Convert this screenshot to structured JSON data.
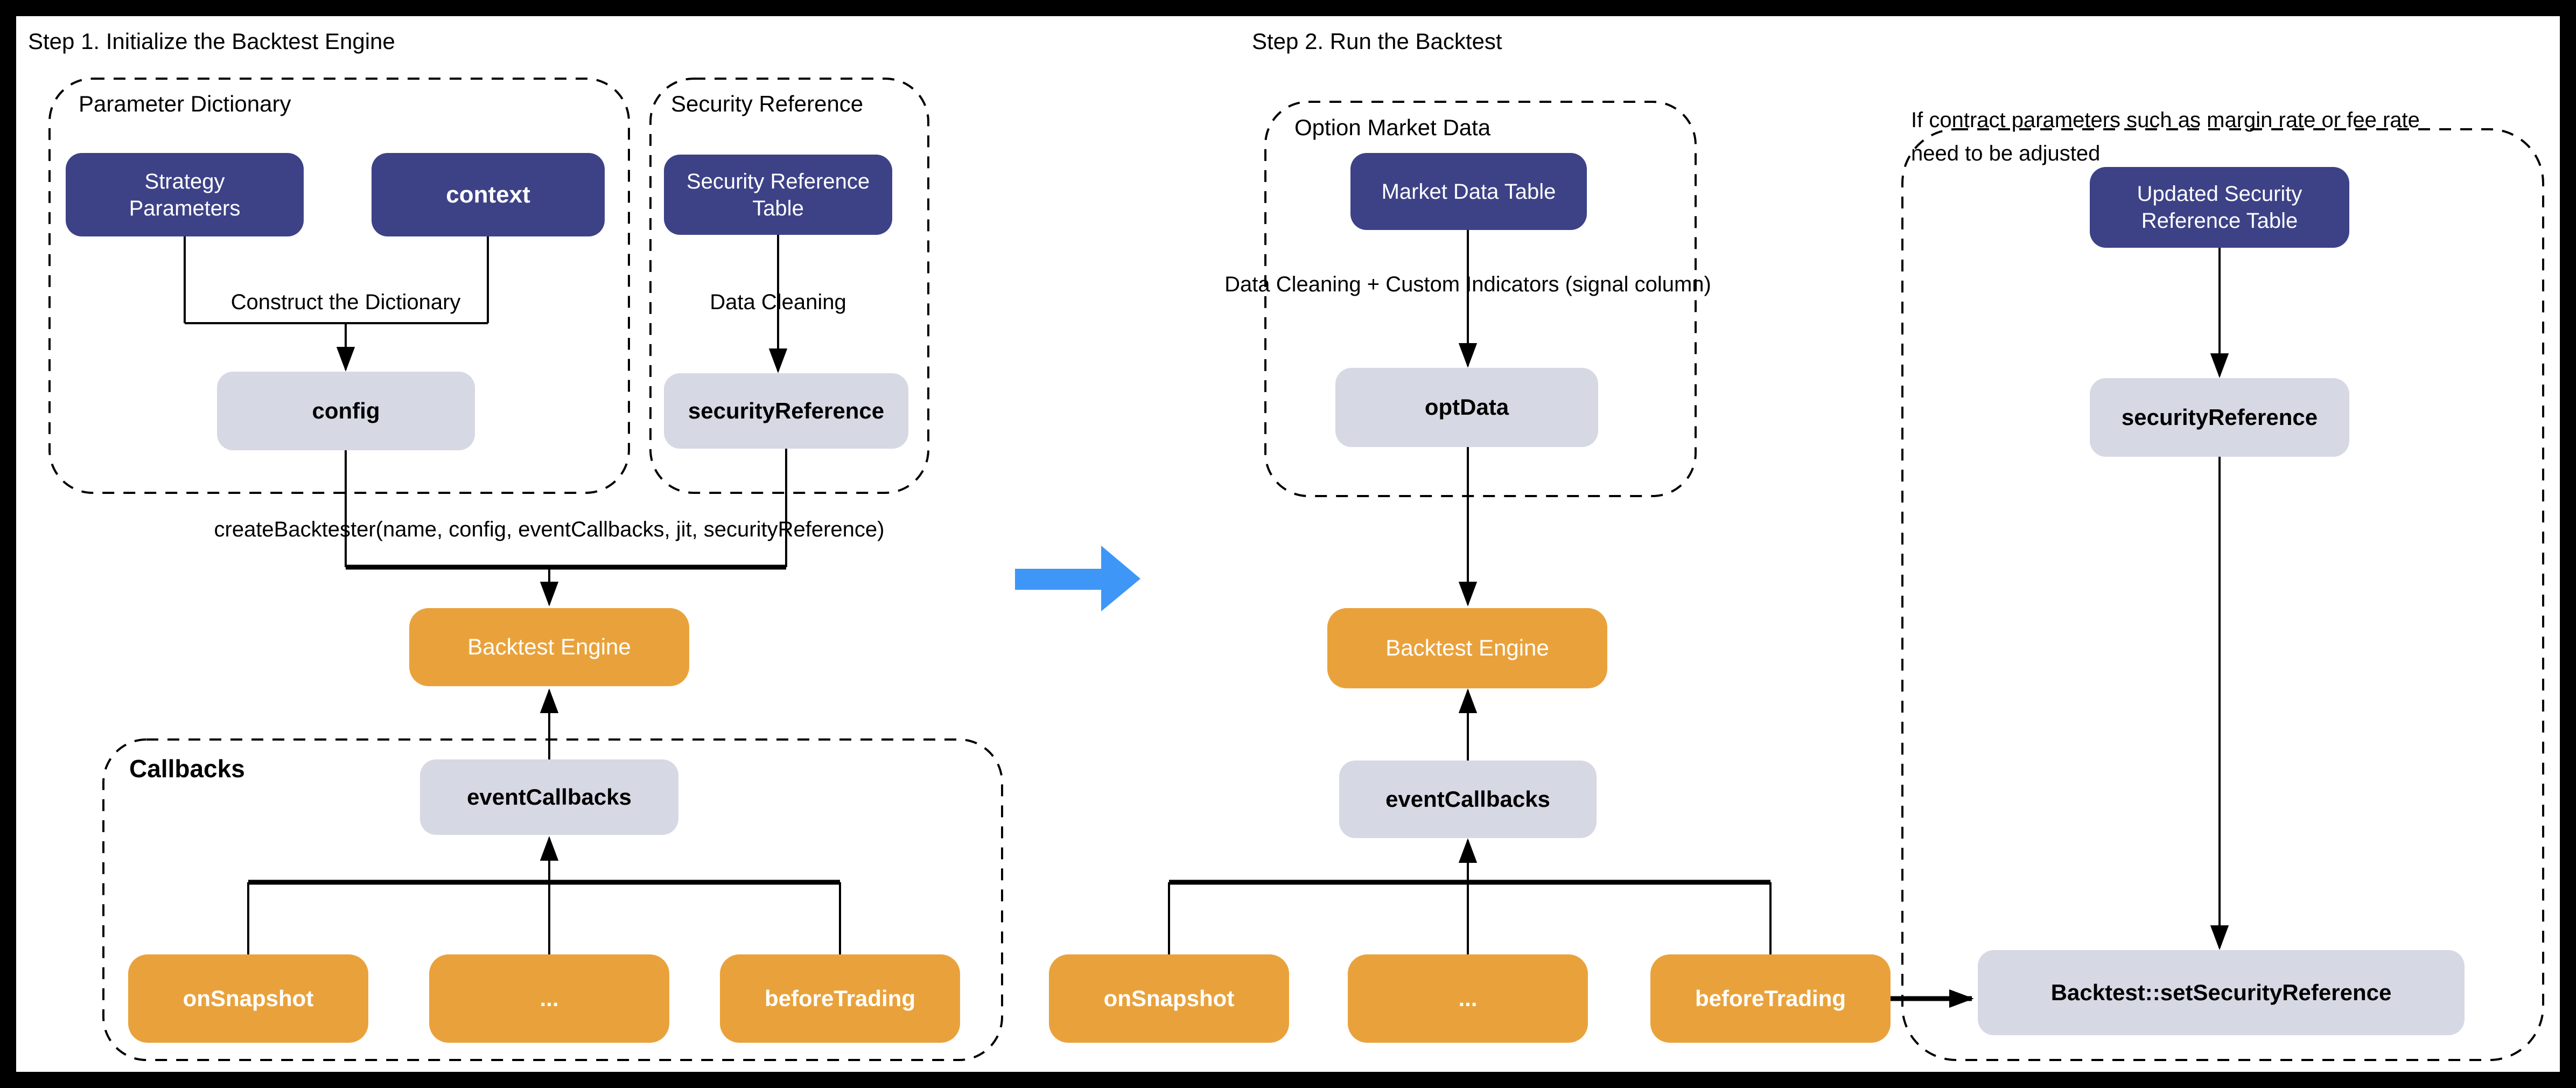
{
  "colors": {
    "dark_blue": "#3d4287",
    "orange": "#e9a23b",
    "lavender": "#d6d8e4",
    "arrow_blue": "#3e97f6",
    "line": "#000000"
  },
  "step1": {
    "title": "Step 1. Initialize the Backtest Engine",
    "parameter_dictionary": {
      "label": "Parameter Dictionary",
      "strategy_parameters": "Strategy Parameters",
      "context": "context",
      "construct_label": "Construct the Dictionary",
      "config": "config"
    },
    "security_reference": {
      "label": "Security Reference",
      "table": "Security Reference Table",
      "cleaning_label": "Data Cleaning",
      "result": "securityReference"
    },
    "create_call": "createBacktester(name, config, eventCallbacks, jit, securityReference)",
    "engine": "Backtest Engine",
    "callbacks": {
      "label": "Callbacks",
      "event_callbacks": "eventCallbacks",
      "on_snapshot": "onSnapshot",
      "ellipsis": "...",
      "before_trading": "beforeTrading"
    }
  },
  "step2": {
    "title": "Step 2. Run the Backtest",
    "option_market_data": {
      "label": "Option Market Data",
      "table": "Market Data Table",
      "cleaning_label": "Data Cleaning + Custom Indicators (signal column)",
      "result": "optData"
    },
    "engine": "Backtest Engine",
    "event_callbacks": "eventCallbacks",
    "on_snapshot": "onSnapshot",
    "ellipsis": "...",
    "before_trading": "beforeTrading"
  },
  "adjustment_note": {
    "note_line1": "If contract parameters such as margin rate or fee rate",
    "note_line2": "need to be adjusted",
    "updated_table": "Updated Security Reference Table",
    "security_reference": "securityReference",
    "set_call": "Backtest::setSecurityReference"
  }
}
